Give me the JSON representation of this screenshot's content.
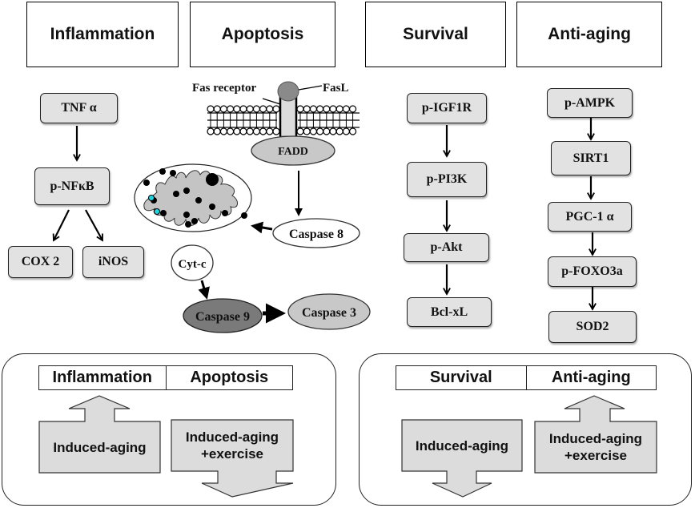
{
  "headers": [
    "Inflammation",
    "Apoptosis",
    "Survival",
    "Anti-aging"
  ],
  "inflammation": {
    "nodes": [
      "TNF α",
      "p-NFκB",
      "COX 2",
      "iNOS"
    ]
  },
  "apoptosis": {
    "fas_receptor": "Fas receptor",
    "fasl": "FasL",
    "fadd": "FADD",
    "caspase8": "Caspase 8",
    "cytc": "Cyt-c",
    "caspase9": "Caspase 9",
    "caspase3": "Caspase 3"
  },
  "survival": {
    "nodes": [
      "p-IGF1R",
      "p-PI3K",
      "p-Akt",
      "Bcl-xL"
    ]
  },
  "antiaging": {
    "nodes": [
      "p-AMPK",
      "SIRT1",
      "PGC-1 α",
      "p-FOXO3a",
      "SOD2"
    ]
  },
  "summary_left": {
    "columns": [
      "Inflammation",
      "Apoptosis"
    ],
    "arrows": [
      {
        "label": "Induced-aging",
        "direction": "up"
      },
      {
        "label_line1": "Induced-aging",
        "label_line2": "+exercise",
        "direction": "down"
      }
    ]
  },
  "summary_right": {
    "columns": [
      "Survival",
      "Anti-aging"
    ],
    "arrows": [
      {
        "label": "Induced-aging",
        "direction": "down"
      },
      {
        "label_line1": "Induced-aging",
        "label_line2": "+exercise",
        "direction": "up"
      }
    ]
  },
  "colors": {
    "node_fill": "#e2e2e2",
    "fadd_fill": "#c8c8c8",
    "caspase9_fill": "#7a7a7a",
    "caspase3_fill": "#c8c8c8",
    "mito_fill": "#c4c4c4",
    "cyan_dot": "#22d3e0",
    "big_arrow_fill": "#dcdcdc"
  }
}
